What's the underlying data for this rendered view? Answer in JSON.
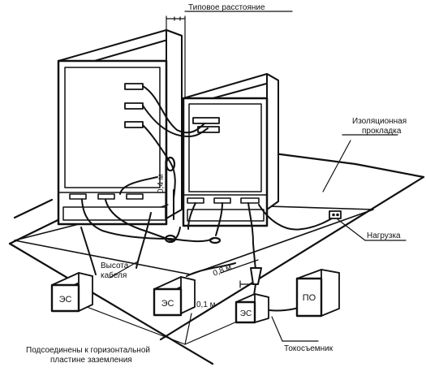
{
  "labels": {
    "typical_distance": "Типовое расстояние",
    "insulating_pad_line1": "Изоляционная",
    "insulating_pad_line2": "прокладка",
    "load": "Нагрузка",
    "cable_height_line1": "Высота",
    "cable_height_line2": "кабеля",
    "dim_04": "0,4 м",
    "dim_08": "0,8 м",
    "dim_01": "0,1 м",
    "es_left": "ЭС",
    "es_middle": "ЭС",
    "es_right": "ЭС",
    "po": "ПО",
    "connected_line1": "Подсоединены к горизонтальной",
    "connected_line2": "пластине заземления",
    "current_clamp": "Токосъемник"
  },
  "colors": {
    "ink": "#111111",
    "background": "#ffffff"
  }
}
